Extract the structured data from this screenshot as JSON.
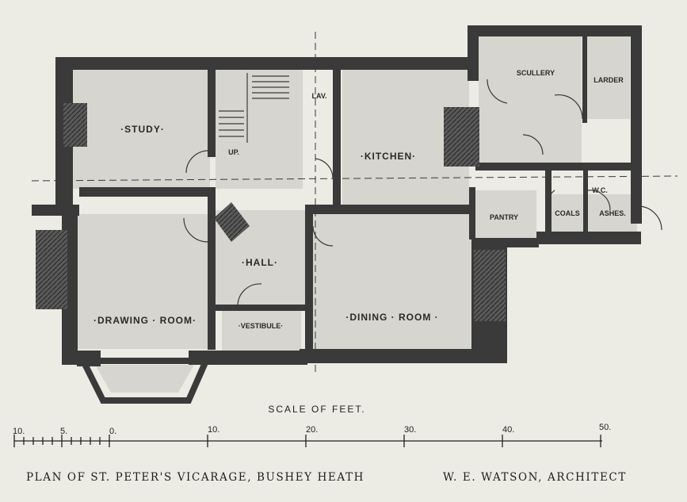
{
  "rooms": {
    "study": "·STUDY·",
    "kitchen": "·KITCHEN·",
    "scullery": "SCULLERY",
    "larder": "LARDER",
    "lav": "LAV.",
    "up": "UP.",
    "hall": "·HALL·",
    "drawing_room": "·DRAWING · ROOM·",
    "vestibule": "·VESTIBULE·",
    "dining_room": "·DINING · ROOM ·",
    "pantry": "PANTRY",
    "coals": "COALS",
    "ashes": "ASHES.",
    "wc": "W.C."
  },
  "scale": {
    "title": "SCALE OF FEET.",
    "ticks": [
      "10.",
      "5.",
      "0.",
      "10.",
      "20.",
      "30.",
      "40.",
      "50."
    ]
  },
  "caption": {
    "title": "PLAN OF ST. PETER'S VICARAGE, BUSHEY HEATH",
    "architect": "W. E. WATSON, ARCHITECT"
  },
  "colors": {
    "wall": "#3a3a3a",
    "floor": "#d6d5cf",
    "paper": "#ecebe4"
  }
}
